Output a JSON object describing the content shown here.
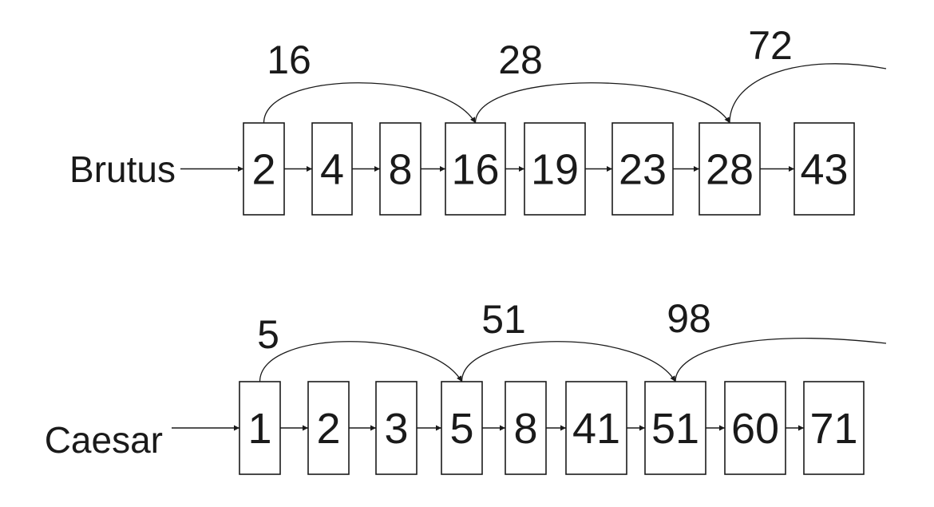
{
  "lists": [
    {
      "term": "Brutus",
      "postings": [
        "2",
        "4",
        "8",
        "16",
        "19",
        "23",
        "28",
        "43"
      ],
      "skips": [
        {
          "from": 0,
          "to": 3,
          "label": "16"
        },
        {
          "from": 3,
          "to": 6,
          "label": "28"
        },
        {
          "from": 6,
          "to": null,
          "label": "72"
        }
      ]
    },
    {
      "term": "Caesar",
      "postings": [
        "1",
        "2",
        "3",
        "5",
        "8",
        "41",
        "51",
        "60",
        "71"
      ],
      "skips": [
        {
          "from": 0,
          "to": 3,
          "label": "5"
        },
        {
          "from": 3,
          "to": 6,
          "label": "51"
        },
        {
          "from": 6,
          "to": null,
          "label": "98"
        }
      ]
    }
  ]
}
